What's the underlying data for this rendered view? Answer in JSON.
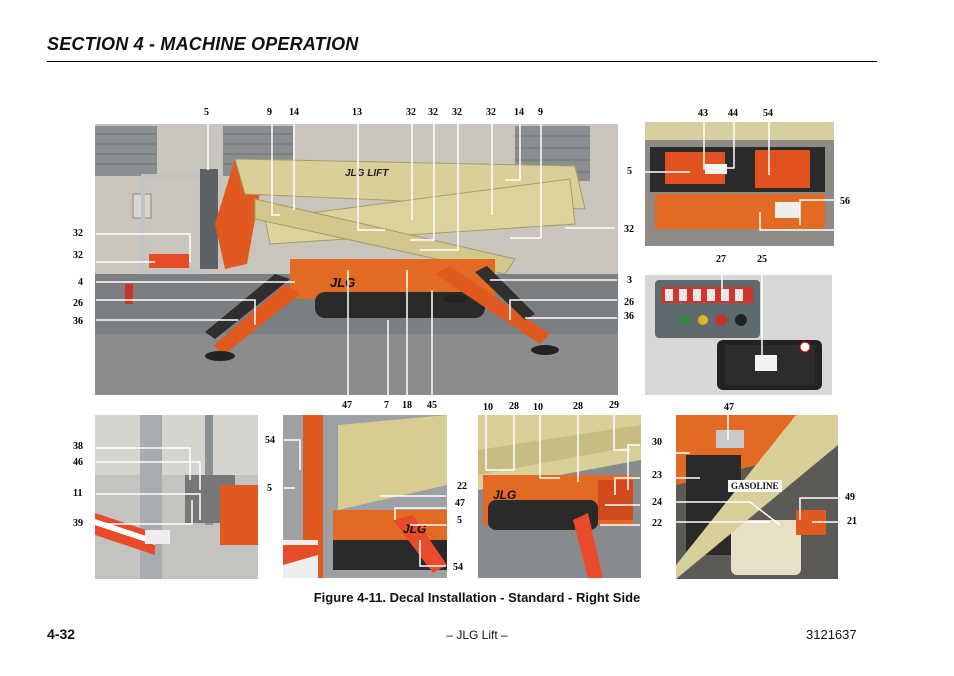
{
  "header": {
    "section_title": "SECTION 4 - MACHINE OPERATION"
  },
  "figure": {
    "caption": "Figure 4-11. Decal Installation - Standard - Right Side",
    "gasoline_label": "GASOLINE",
    "machine_brand_text": "JLG LIFT",
    "chassis_logo": "JLG",
    "callouts": {
      "main_top": [
        "5",
        "9",
        "14",
        "13",
        "32",
        "32",
        "32",
        "32",
        "14",
        "9"
      ],
      "main_left": [
        "32",
        "32",
        "4",
        "26",
        "36"
      ],
      "main_right": [
        "3",
        "26",
        "36"
      ],
      "main_bottom": [
        "47",
        "7",
        "18",
        "45"
      ],
      "tr_top": [
        "43",
        "44",
        "54"
      ],
      "tr_side": [
        "5",
        "32",
        "56"
      ],
      "mr_top": [
        "27",
        "25"
      ],
      "bl": [
        "38",
        "46",
        "11",
        "39"
      ],
      "bm": [
        "54",
        "5",
        "22",
        "47",
        "5",
        "54"
      ],
      "bm2_top": [
        "10",
        "28",
        "10",
        "28",
        "29"
      ],
      "bm2_right": [
        "30",
        "23",
        "24",
        "22"
      ],
      "br_top": [
        "47"
      ],
      "br_right": [
        "49",
        "21"
      ]
    }
  },
  "footer": {
    "page_number": "4-32",
    "center_text": "– JLG Lift –",
    "doc_number": "3121637"
  }
}
